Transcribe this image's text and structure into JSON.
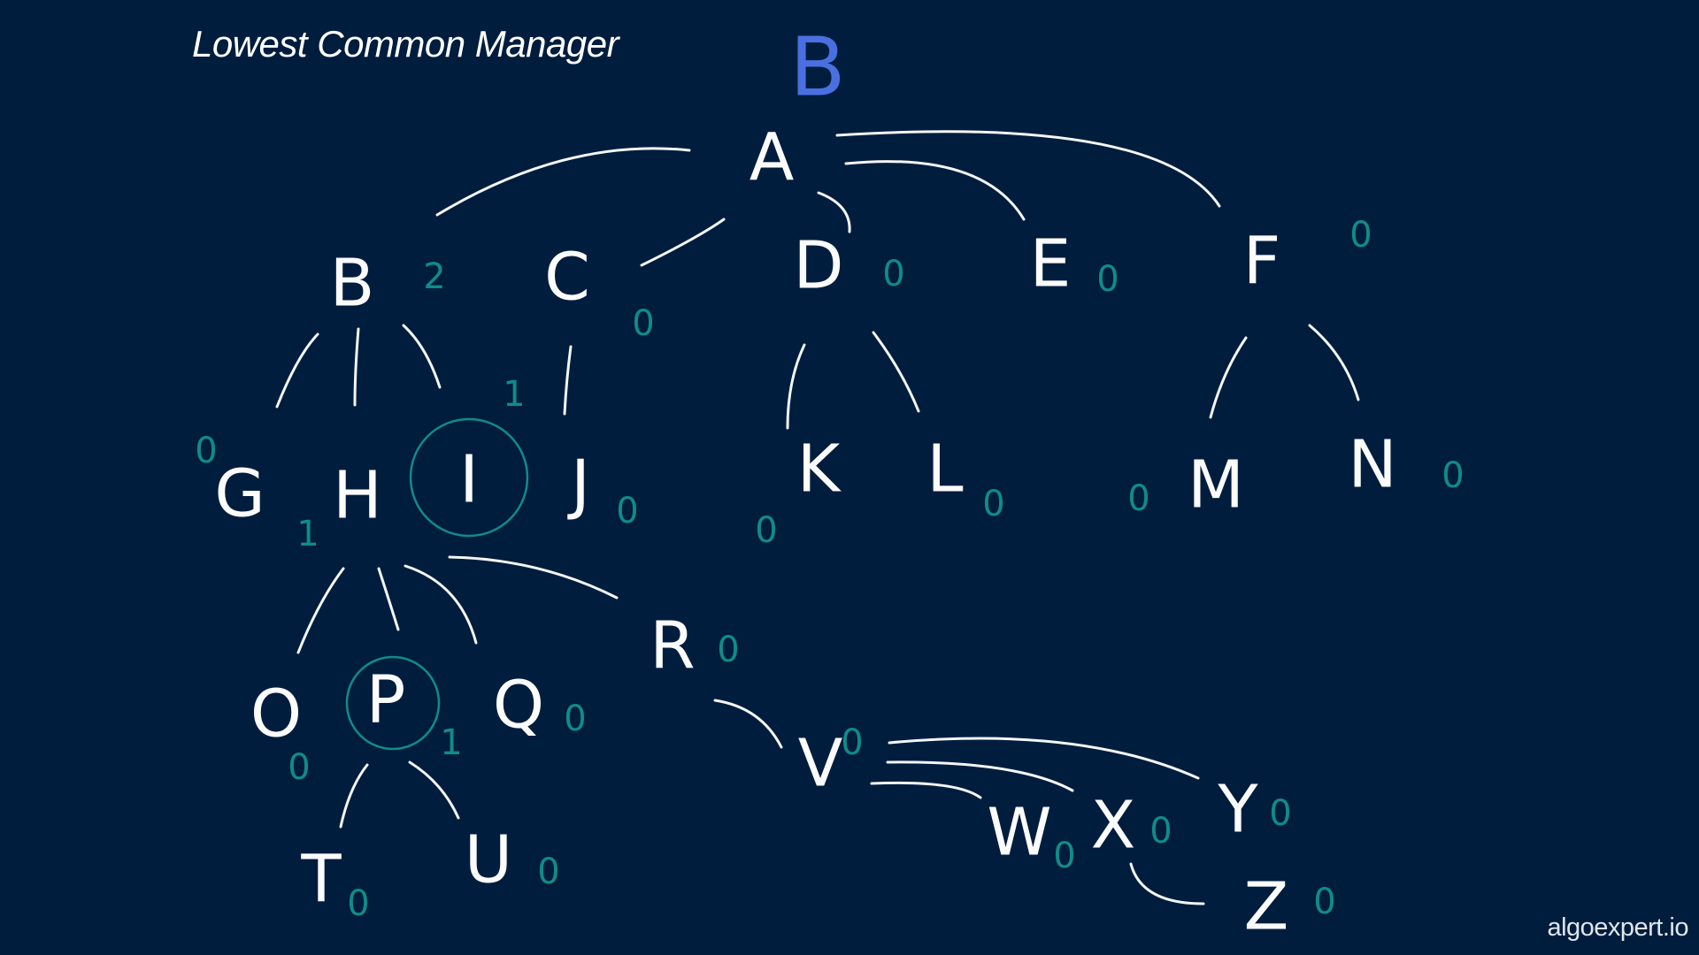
{
  "title": "Lowest Common Manager",
  "watermark": "algoexpert.io",
  "colors": {
    "background": "#011d3d",
    "chalk": "#f4f6f8",
    "count": "#0f8c88",
    "answer": "#4a6fe0"
  },
  "answer_label": "B",
  "nodes": [
    {
      "id": "A",
      "label": "A",
      "count": ""
    },
    {
      "id": "B",
      "label": "B",
      "count": "2"
    },
    {
      "id": "C",
      "label": "C",
      "count": "0"
    },
    {
      "id": "D",
      "label": "D",
      "count": "0"
    },
    {
      "id": "E",
      "label": "E",
      "count": "0"
    },
    {
      "id": "F",
      "label": "F",
      "count": "0"
    },
    {
      "id": "G",
      "label": "G",
      "count": "0"
    },
    {
      "id": "H",
      "label": "H",
      "count": "1"
    },
    {
      "id": "I",
      "label": "I",
      "count": "1",
      "circled": true
    },
    {
      "id": "J",
      "label": "J",
      "count": "0"
    },
    {
      "id": "K",
      "label": "K",
      "count": "0"
    },
    {
      "id": "L",
      "label": "L",
      "count": "0"
    },
    {
      "id": "M",
      "label": "M",
      "count": "0"
    },
    {
      "id": "N",
      "label": "N",
      "count": "0"
    },
    {
      "id": "O",
      "label": "O",
      "count": "0"
    },
    {
      "id": "P",
      "label": "P",
      "count": "1",
      "circled": true
    },
    {
      "id": "Q",
      "label": "Q",
      "count": "0"
    },
    {
      "id": "R",
      "label": "R",
      "count": "0"
    },
    {
      "id": "T",
      "label": "T",
      "count": "0"
    },
    {
      "id": "U",
      "label": "U",
      "count": "0"
    },
    {
      "id": "V",
      "label": "V",
      "count": "0"
    },
    {
      "id": "W",
      "label": "W",
      "count": "0"
    },
    {
      "id": "X",
      "label": "X",
      "count": "0"
    },
    {
      "id": "Y",
      "label": "Y",
      "count": "0"
    },
    {
      "id": "Z",
      "label": "Z",
      "count": "0"
    }
  ],
  "edges": [
    [
      "A",
      "B"
    ],
    [
      "A",
      "C"
    ],
    [
      "A",
      "D"
    ],
    [
      "A",
      "E"
    ],
    [
      "A",
      "F"
    ],
    [
      "B",
      "G"
    ],
    [
      "B",
      "H"
    ],
    [
      "B",
      "I"
    ],
    [
      "C",
      "J"
    ],
    [
      "D",
      "K"
    ],
    [
      "D",
      "L"
    ],
    [
      "F",
      "M"
    ],
    [
      "F",
      "N"
    ],
    [
      "H",
      "O"
    ],
    [
      "H",
      "P"
    ],
    [
      "H",
      "Q"
    ],
    [
      "H",
      "R"
    ],
    [
      "P",
      "T"
    ],
    [
      "P",
      "U"
    ],
    [
      "R",
      "V"
    ],
    [
      "V",
      "W"
    ],
    [
      "V",
      "X"
    ],
    [
      "V",
      "Y"
    ],
    [
      "X",
      "Z"
    ]
  ]
}
